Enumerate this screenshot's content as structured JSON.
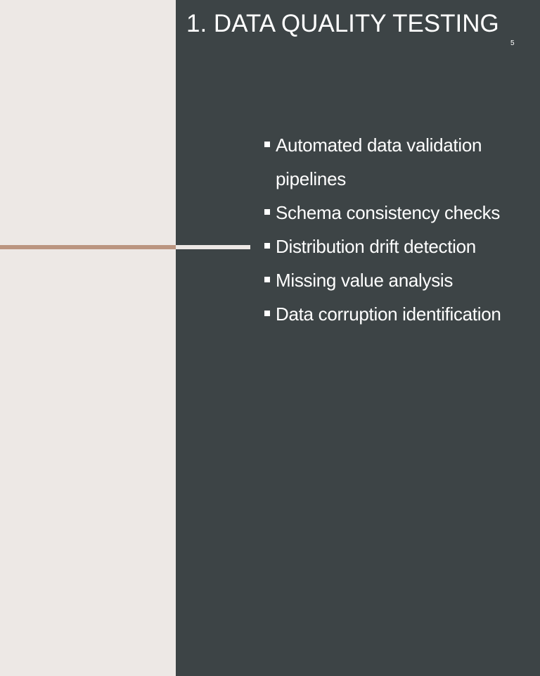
{
  "slide": {
    "title": "1. DATA QUALITY TESTING",
    "number": "5",
    "bullets": [
      "Automated data validation pipelines",
      "Schema consistency checks",
      "Distribution drift detection",
      "Missing value analysis",
      "Data corruption identification"
    ]
  },
  "colors": {
    "light_background": "#ede8e5",
    "dark_background": "#3d4446",
    "accent": "#bb9580",
    "text": "#ffffff"
  }
}
